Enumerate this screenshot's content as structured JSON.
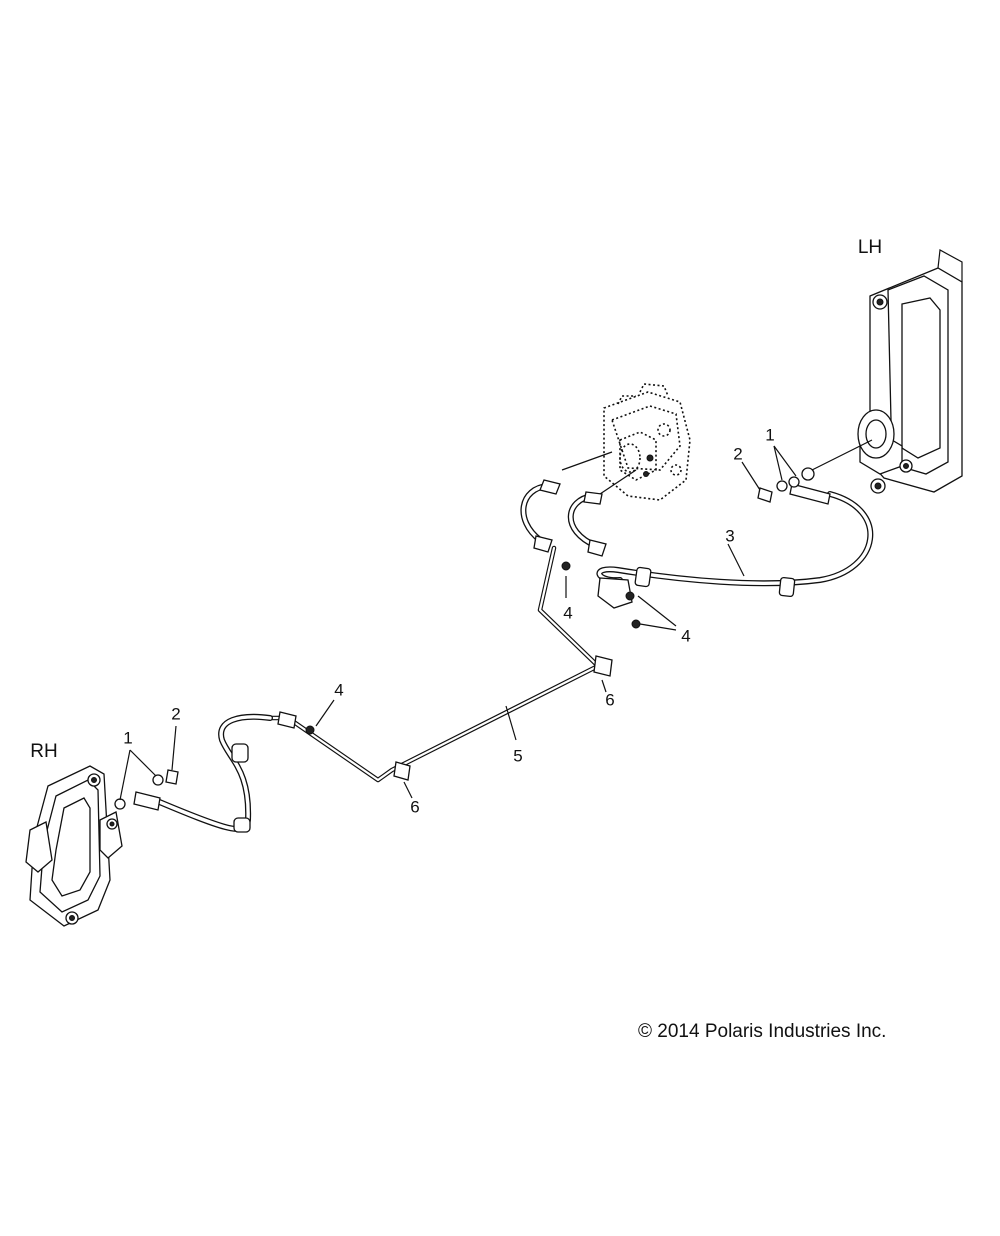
{
  "labels": {
    "lh": "LH",
    "rh": "RH",
    "copyright": "© 2014 Polaris Industries Inc."
  },
  "callouts": {
    "lh_seal_washer": "1",
    "lh_banjo_bolt": "2",
    "brake_hose_lh": "3",
    "nut_center": "4",
    "nut_right": "4",
    "brake_line": "5",
    "clip_right": "6",
    "rh_seal_washer": "1",
    "rh_banjo_bolt": "2",
    "nut_left": "4",
    "clip_left": "6"
  }
}
